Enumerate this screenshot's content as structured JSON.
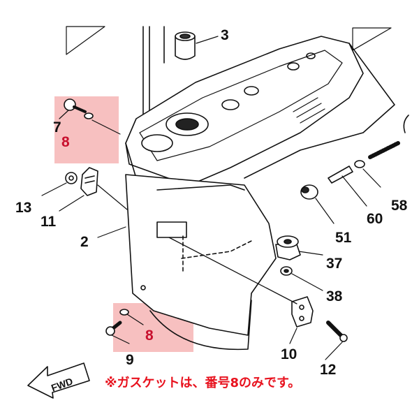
{
  "callouts": {
    "c3": "3",
    "c7": "7",
    "c8_top": "8",
    "c13": "13",
    "c11": "11",
    "c2": "2",
    "c58": "58",
    "c60": "60",
    "c51": "51",
    "c37": "37",
    "c38": "38",
    "c8_bottom": "8",
    "c9": "9",
    "c10": "10",
    "c12": "12"
  },
  "fwd_label": "FWD",
  "notice": "※ガスケットは、番号8のみです。",
  "colors": {
    "highlight": "#f4a3a3",
    "notice": "#e8121e",
    "line": "#111111"
  }
}
